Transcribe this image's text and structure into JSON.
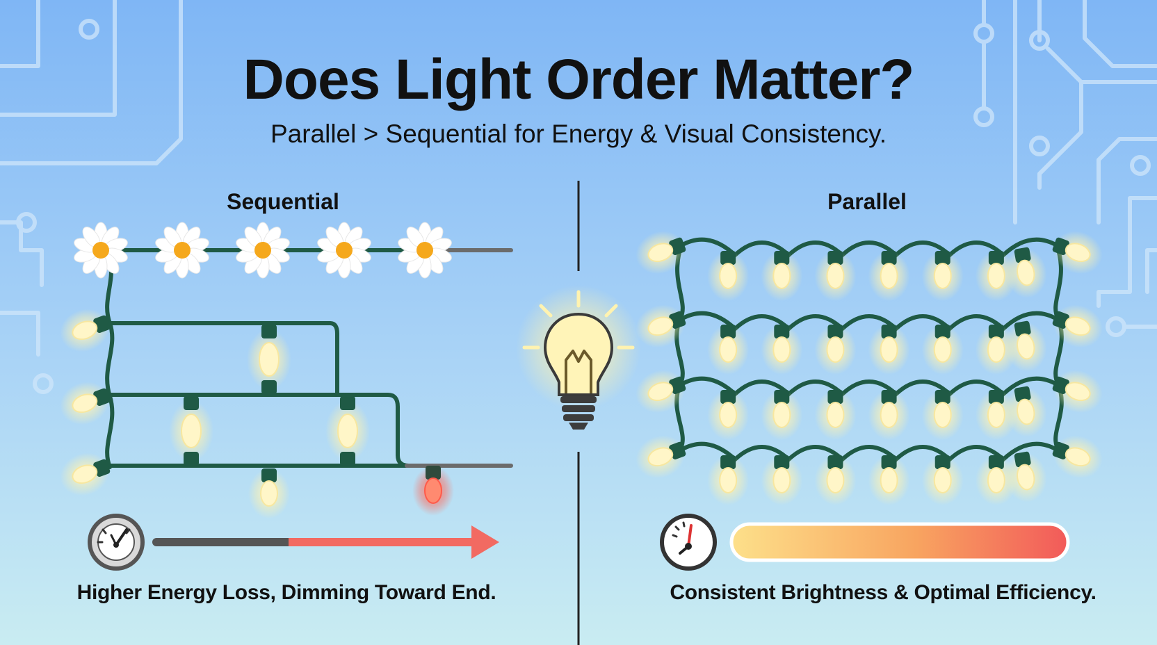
{
  "title": "Does Light Order Matter?",
  "subtitle": "Parallel > Sequential for Energy & Visual Consistency.",
  "sequential": {
    "heading": "Sequential",
    "caption": "Higher Energy Loss, Dimming Toward End."
  },
  "parallel": {
    "heading": "Parallel",
    "caption": "Consistent Brightness & Optimal Efficiency.",
    "strands": 4,
    "bulbs_per_strand": 8
  },
  "icons": {
    "center": "light-bulb-icon",
    "sequential_gauge": "gauge-icon",
    "parallel_gauge": "gauge-icon",
    "sequential_arrow": "arrow-right-icon",
    "flower": "daisy-icon"
  },
  "colors": {
    "wire": "#1f5a45",
    "bulb_glow": "#fff6c8",
    "dim_bulb": "#ff6a5a",
    "gradient_start": "#fde08a",
    "gradient_end": "#f25a5a",
    "arrow_gray": "#555555",
    "arrow_red": "#f26a62",
    "outline": "#ffffff"
  }
}
